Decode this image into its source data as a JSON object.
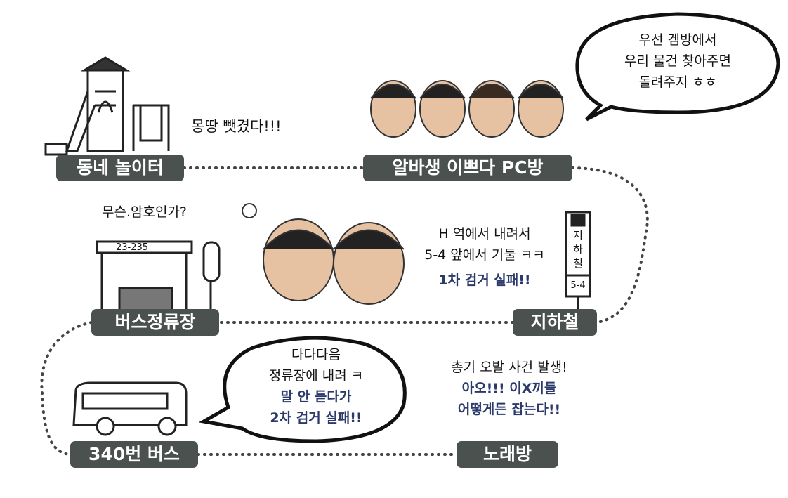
{
  "stops": {
    "playground": "동네 놀이터",
    "pc_room": "알바생 이쁘다 PC방",
    "bus_stop": "버스정류장",
    "subway": "지하철",
    "bus_340": "340번 버스",
    "karaoke": "노래방"
  },
  "captions": {
    "robbed": "몽땅 뺏겼다!!!",
    "pc_bubble": [
      "우선 겜방에서",
      "우리 물건 찾아주면",
      "돌려주지 ㅎㅎ"
    ],
    "code_question": "무슨.암호인가?",
    "bus_sign": "23-235",
    "subway_hand": [
      "H 역에서 내려서",
      "5-4 앞에서 기둘 ㅋㅋ"
    ],
    "subway_fail": "1차 검거 실패!!",
    "subway_sign": "지하철",
    "subway_sign_num": "5-4",
    "bus_bubble_hand": [
      "다다다음",
      "정류장에 내려 ㅋ"
    ],
    "bus_bubble_fail": [
      "말 안 듣다가",
      "2차 검거 실패!!"
    ],
    "karaoke_hand": "총기 오발 사건 발생!",
    "karaoke_navy": [
      "아오!!! 이X끼들",
      "어떻게든 잡는다!!"
    ]
  },
  "colors": {
    "pill": "#4a514f",
    "navy": "#2b3a6b"
  }
}
